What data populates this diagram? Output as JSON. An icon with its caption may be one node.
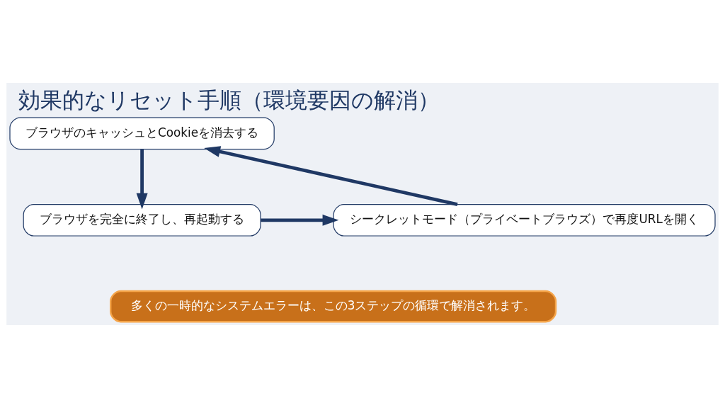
{
  "diagram": {
    "title": "効果的なリセット手順（環境要因の解消）",
    "nodes": [
      {
        "text": [
          "ブラウザのキャッシュとCookieを消去する"
        ]
      },
      {
        "text": [
          "ブラウザを完全に終了し、再起動する"
        ]
      },
      {
        "text": [
          "シークレットモード（プライベートブラウズ）で再度URLを開く"
        ]
      },
      {
        "text": [
          "多くの一時的なシステムエラーは、この3ステップの循環で解消されます。"
        ]
      }
    ],
    "edges": [
      {
        "from": 0,
        "to": 1,
        "arrow": "to"
      },
      {
        "from": 1,
        "to": 2,
        "arrow": "to"
      },
      {
        "from": 2,
        "to": 0,
        "arrow": "to"
      }
    ]
  }
}
